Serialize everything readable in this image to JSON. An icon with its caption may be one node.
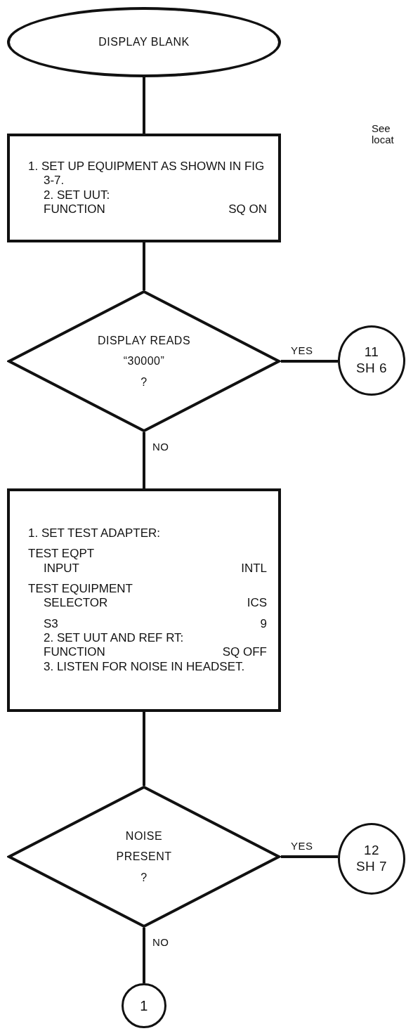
{
  "diagram": {
    "nodes": [
      {
        "text": [
          "DISPLAY BLANK"
        ]
      },
      {
        "text": [
          "1. SET UP EQUIPMENT AS SHOWN IN FIG 3-7.",
          "2. SET UUT:",
          "FUNCTION",
          "SQ ON"
        ]
      },
      {
        "text": [
          "DISPLAY READS",
          "“30000”",
          "?"
        ]
      },
      {
        "text": [
          "11",
          "SH 6"
        ]
      },
      {
        "text": [
          "1. SET TEST ADAPTER:",
          "TEST EQPT",
          "INPUT",
          "INTL",
          "TEST EQUIPMENT",
          "SELECTOR",
          "ICS",
          "S3",
          "9",
          "2. SET UUT AND REF RT:",
          "FUNCTION",
          "SQ OFF",
          "3. LISTEN FOR NOISE IN HEADSET."
        ]
      },
      {
        "text": [
          "NOISE",
          "PRESENT",
          "?"
        ]
      },
      {
        "text": [
          "12",
          "SH 7"
        ]
      },
      {
        "text": [
          "1"
        ]
      }
    ],
    "edges": [
      {
        "from": 0,
        "to": 1,
        "arrow": "none"
      },
      {
        "from": 1,
        "to": 2,
        "arrow": "none"
      },
      {
        "from": 2,
        "to": 3,
        "arrow": "none",
        "label": "YES"
      },
      {
        "from": 2,
        "to": 4,
        "arrow": "none",
        "label": "NO"
      },
      {
        "from": 4,
        "to": 5,
        "arrow": "none"
      },
      {
        "from": 5,
        "to": 6,
        "arrow": "none",
        "label": "YES"
      },
      {
        "from": 5,
        "to": 7,
        "arrow": "none",
        "label": "NO"
      }
    ],
    "labels": [
      "See locat"
    ]
  }
}
